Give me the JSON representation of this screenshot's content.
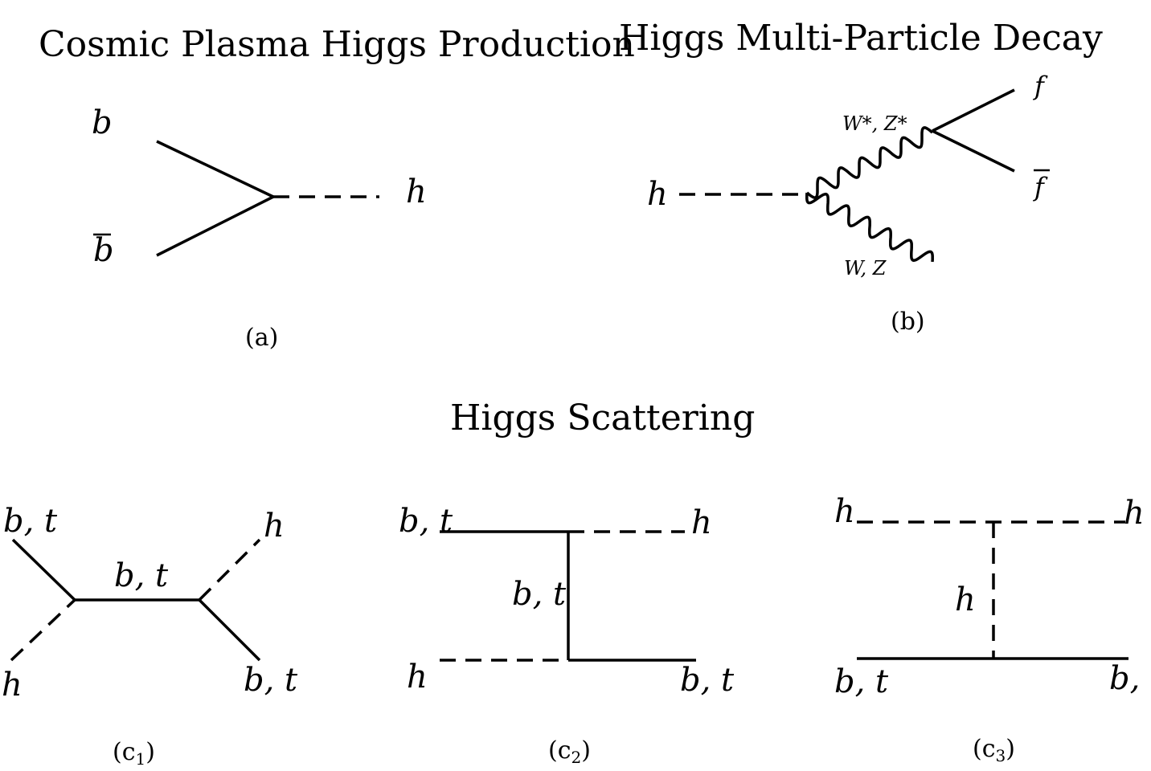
{
  "titles": {
    "production": "Cosmic Plasma Higgs Production",
    "decay": "Higgs Multi-Particle Decay",
    "scattering": "Higgs Scattering"
  },
  "diagram_a": {
    "b": "b",
    "bbar": "b",
    "h": "h",
    "caption": "(a)"
  },
  "diagram_b": {
    "h": "h",
    "virtual_boson": "W*, Z*",
    "boson": "W, Z",
    "f": "f",
    "fbar": "f",
    "caption": "(b)"
  },
  "diagram_c1": {
    "in_top": "b, t",
    "in_bottom": "h",
    "propagator": "b, t",
    "out_top": "h",
    "out_bottom": "b, t",
    "caption": "(c",
    "caption_sub": "1",
    "caption_close": ")"
  },
  "diagram_c2": {
    "in_top": "b, t",
    "in_bottom": "h",
    "propagator": "b, t",
    "out_top": "h",
    "out_bottom": "b, t",
    "caption": "(c",
    "caption_sub": "2",
    "caption_close": ")"
  },
  "diagram_c3": {
    "in_top": "h",
    "in_bottom": "b, t",
    "propagator": "h",
    "out_top": "h",
    "out_bottom": "b, t",
    "caption": "(c",
    "caption_sub": "3",
    "caption_close": ")"
  }
}
